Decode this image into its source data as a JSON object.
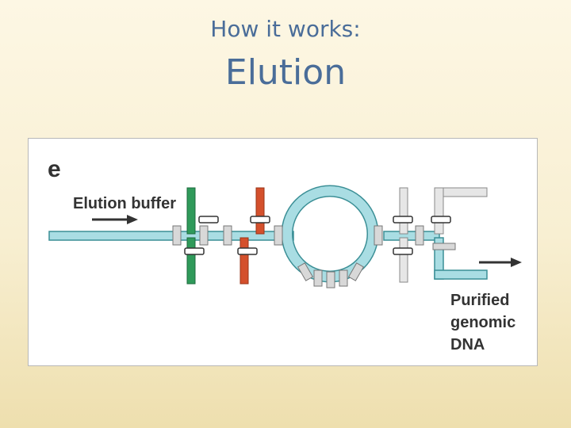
{
  "slide": {
    "subtitle": "How it works:",
    "title": "Elution"
  },
  "diagram": {
    "panel_letter": "e",
    "input_label": "Elution buffer",
    "output_label_lines": [
      "Purified",
      "genomic",
      "DNA"
    ],
    "colors": {
      "tube": "#a9dde3",
      "tube_edge": "#3b8f96",
      "green_port": "#2f9a5a",
      "red_port": "#d4502c",
      "arrow": "#333333"
    }
  }
}
